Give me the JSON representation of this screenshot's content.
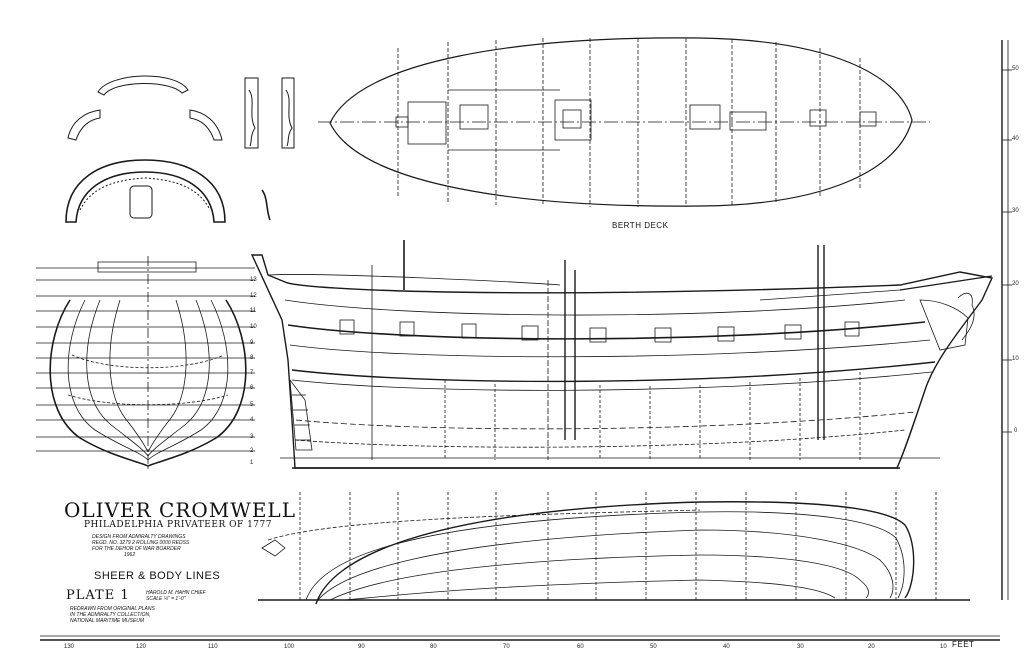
{
  "drawing": {
    "title": "OLIVER CROMWELL",
    "subtitle": "PHILADELPHIA PRIVATEER OF 1777",
    "design_note": [
      "DESIGN FROM ADMIRALTY DRAWINGS",
      "REGD. NO. 3279 2 ROLLING 0000 REDSS",
      "FOR THE DEHOR OF WAR BOARDER",
      "1962"
    ],
    "drawing_type": "SHEER & BODY LINES",
    "plate": "PLATE 1",
    "drafter": [
      "HAROLD M. HAHN CHIEF",
      "SCALE ¼\" = 1'-0\""
    ],
    "source_note": [
      "REDRAWN FROM ORIGINAL PLANS",
      "IN THE ADMIRALTY COLLECTION,",
      "NATIONAL MARITIME MUSEUM"
    ],
    "berth_deck_label": "BERTH DECK",
    "scale_unit": "FEET",
    "bottom_scale": [
      "130",
      "120",
      "110",
      "100",
      "90",
      "80",
      "70",
      "60",
      "50",
      "40",
      "30",
      "20",
      "10"
    ],
    "right_scale": [
      "50",
      "40",
      "30",
      "20",
      "10",
      "0"
    ],
    "body_wl_numbers": [
      "13",
      "12",
      "11",
      "10",
      "9",
      "8",
      "7",
      "6",
      "5",
      "4",
      "3",
      "2",
      "1"
    ],
    "colors": {
      "ink": "#1a1a1a",
      "paper": "#ffffff"
    }
  }
}
